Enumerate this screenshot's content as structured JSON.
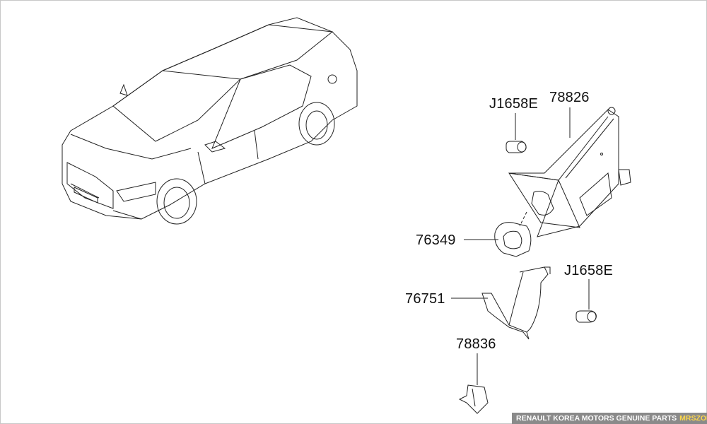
{
  "labels": {
    "fastener_top": "J1658E",
    "module": "78826",
    "holder": "76349",
    "fastener_right": "J1658E",
    "cover": "76751",
    "bracket": "78836"
  },
  "footer": {
    "text": "RENAULT KOREA MOTORS GENUINE PARTS",
    "brand": "MRSZONE"
  },
  "colors": {
    "accent": "#ffd84a",
    "footer_bg": "#8a8a8a"
  }
}
